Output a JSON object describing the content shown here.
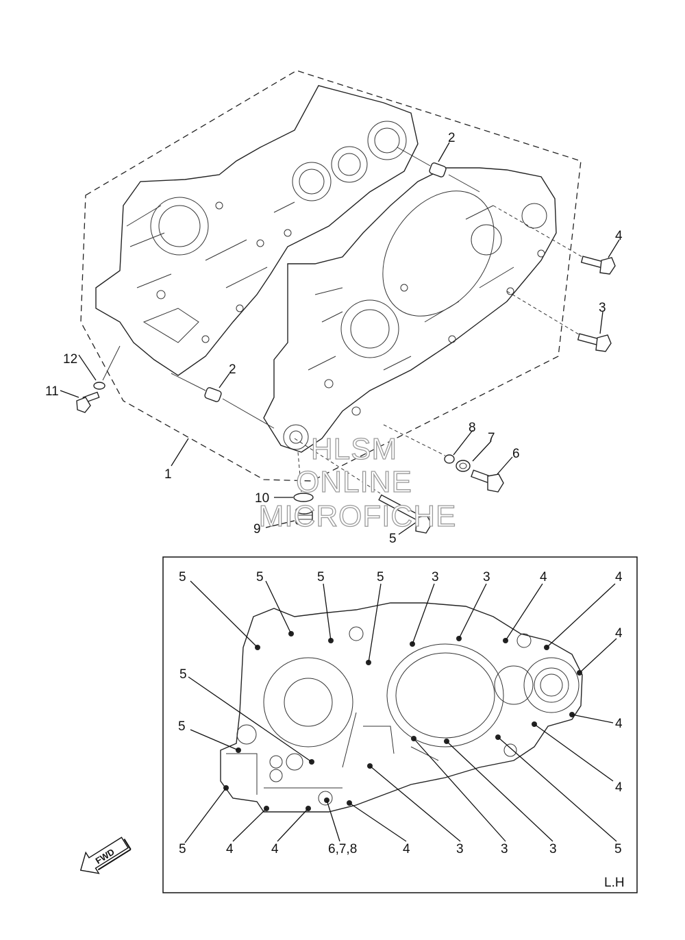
{
  "upper_callouts": [
    {
      "id": "c1",
      "text": "1"
    },
    {
      "id": "c2a",
      "text": "2"
    },
    {
      "id": "c2b",
      "text": "2"
    },
    {
      "id": "c3",
      "text": "3"
    },
    {
      "id": "c4",
      "text": "4"
    },
    {
      "id": "c5",
      "text": "5"
    },
    {
      "id": "c6",
      "text": "6"
    },
    {
      "id": "c7",
      "text": "7"
    },
    {
      "id": "c8",
      "text": "8"
    },
    {
      "id": "c9",
      "text": "9"
    },
    {
      "id": "c10",
      "text": "10"
    },
    {
      "id": "c11",
      "text": "11"
    },
    {
      "id": "c12",
      "text": "12"
    }
  ],
  "watermark": {
    "line1": "HLSM",
    "line2": "ONLINE",
    "line3": "MICROFICHE"
  },
  "inset": {
    "side_label": "L.H",
    "top_labels": [
      "5",
      "5",
      "5",
      "5",
      "3",
      "3",
      "4",
      "4"
    ],
    "right_labels": [
      "4",
      "4",
      "4"
    ],
    "left_labels": [
      "5",
      "5"
    ],
    "bottom_labels": [
      "5",
      "4",
      "4",
      "6,7,8",
      "4",
      "3",
      "3",
      "3",
      "5"
    ]
  },
  "fwd_label": "FWD"
}
